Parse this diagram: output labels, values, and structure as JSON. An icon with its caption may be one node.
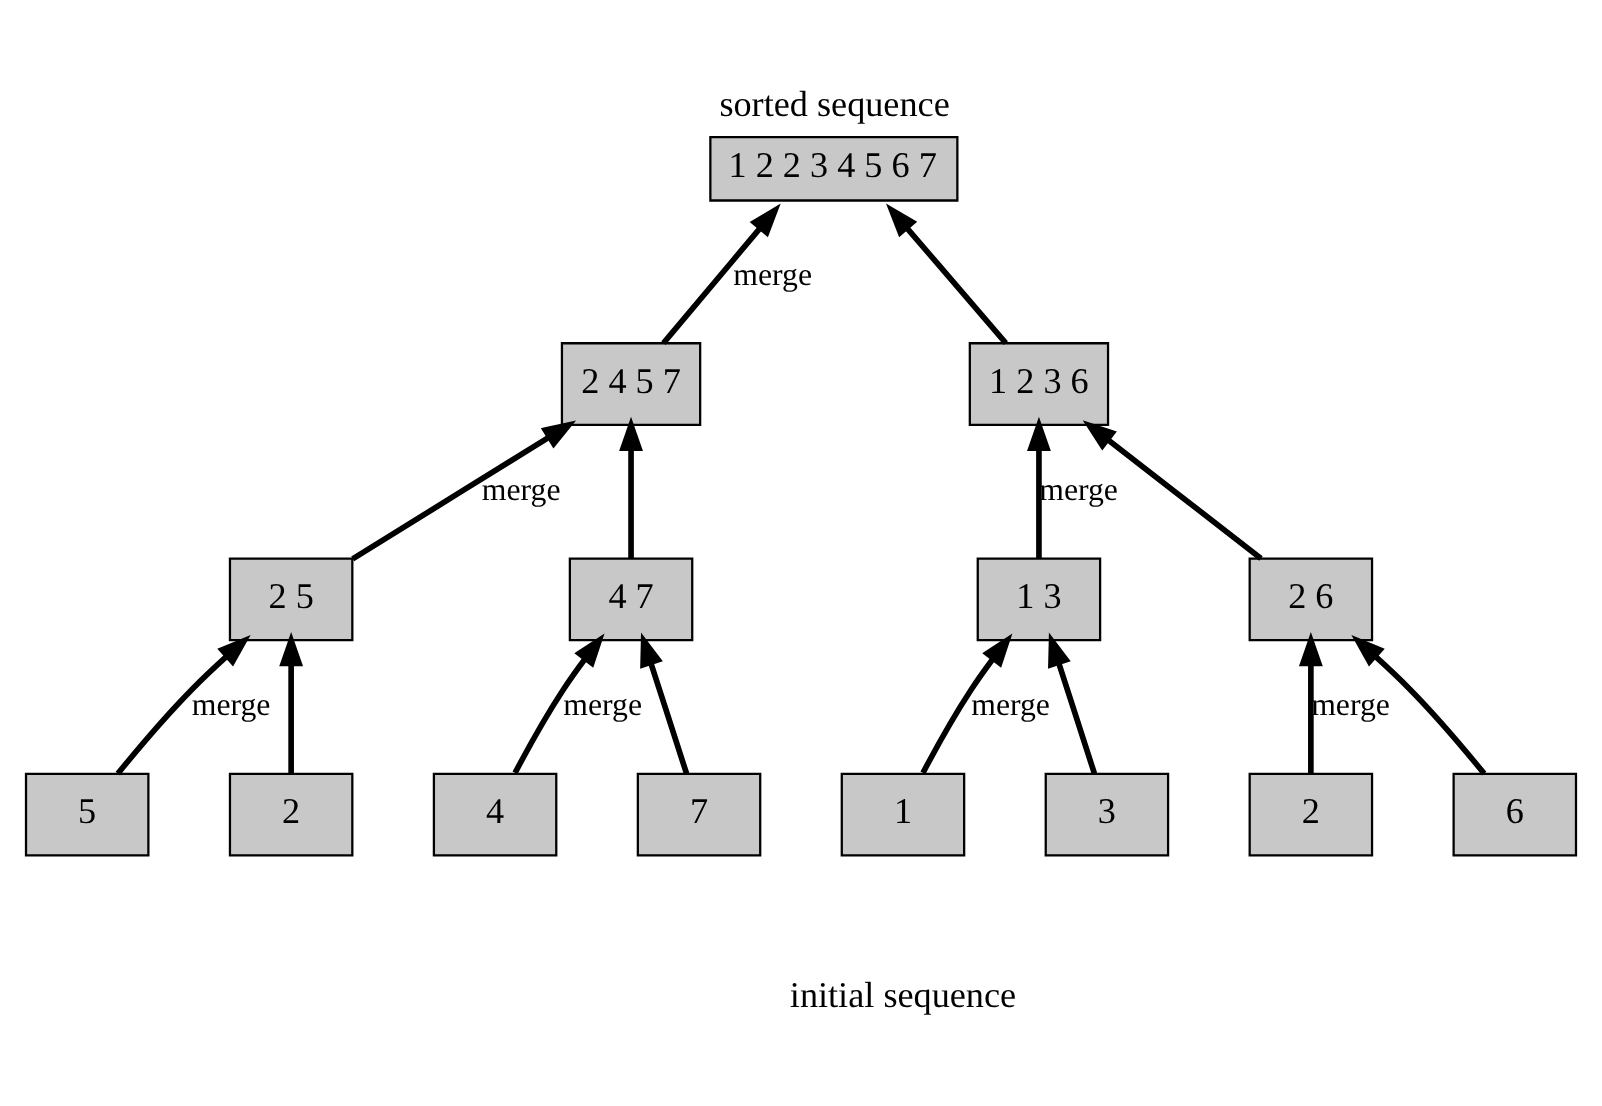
{
  "diagram": {
    "nodes": [
      {
        "text": [
          "sorted sequence",
          "1 2 2 3 4 5 6 7"
        ]
      },
      {
        "text": [
          "2 4 5 7"
        ]
      },
      {
        "text": [
          "1 2 3 6"
        ]
      },
      {
        "text": [
          "2 5"
        ]
      },
      {
        "text": [
          "4 7"
        ]
      },
      {
        "text": [
          "1 3"
        ]
      },
      {
        "text": [
          "2 6"
        ]
      },
      {
        "text": [
          "5"
        ]
      },
      {
        "text": [
          "2"
        ]
      },
      {
        "text": [
          "4"
        ]
      },
      {
        "text": [
          "7"
        ]
      },
      {
        "text": [
          "1"
        ]
      },
      {
        "text": [
          "3"
        ]
      },
      {
        "text": [
          "2"
        ]
      },
      {
        "text": [
          "6"
        ]
      }
    ],
    "edges": [
      {
        "from": 1,
        "to": 0,
        "arrow": "to",
        "label": "merge"
      },
      {
        "from": 2,
        "to": 0,
        "arrow": "to"
      },
      {
        "from": 3,
        "to": 1,
        "arrow": "to",
        "label": "merge"
      },
      {
        "from": 4,
        "to": 1,
        "arrow": "to"
      },
      {
        "from": 5,
        "to": 2,
        "arrow": "to",
        "label": "merge"
      },
      {
        "from": 6,
        "to": 2,
        "arrow": "to"
      },
      {
        "from": 7,
        "to": 3,
        "arrow": "to",
        "label": "merge"
      },
      {
        "from": 8,
        "to": 3,
        "arrow": "to"
      },
      {
        "from": 9,
        "to": 4,
        "arrow": "to",
        "label": "merge"
      },
      {
        "from": 10,
        "to": 4,
        "arrow": "to"
      },
      {
        "from": 11,
        "to": 5,
        "arrow": "to",
        "label": "merge"
      },
      {
        "from": 12,
        "to": 5,
        "arrow": "to"
      },
      {
        "from": 13,
        "to": 6,
        "arrow": "to",
        "label": "merge"
      },
      {
        "from": 14,
        "to": 6,
        "arrow": "to"
      }
    ],
    "labels": [
      "initial sequence"
    ]
  }
}
